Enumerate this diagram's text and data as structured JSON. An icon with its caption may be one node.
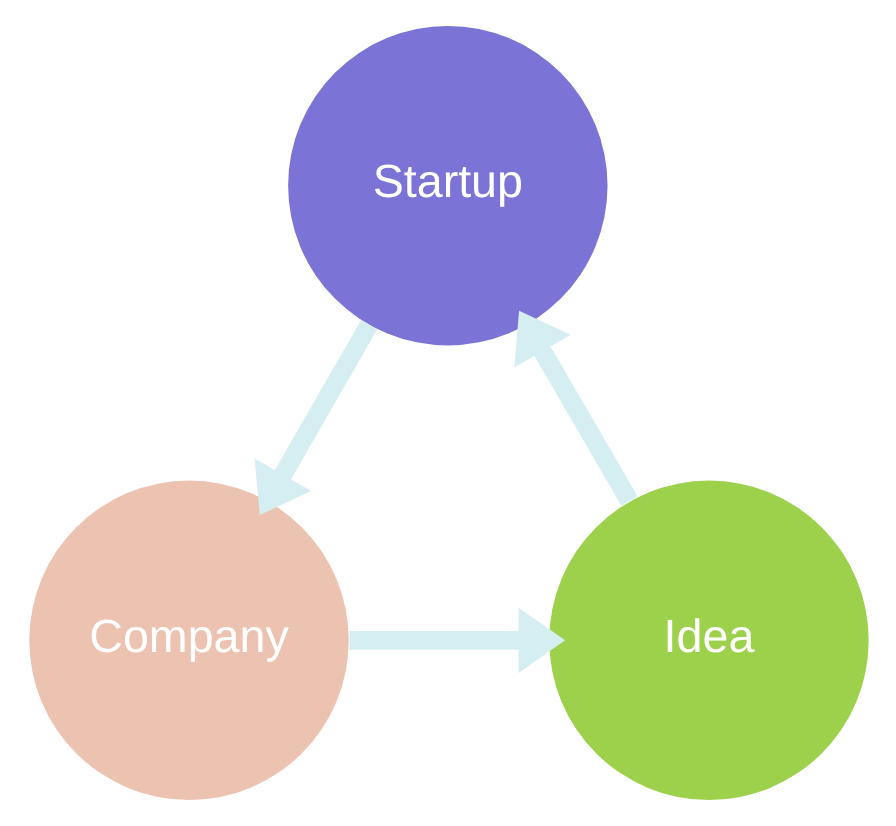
{
  "diagram": {
    "nodes": [
      {
        "text": [
          "Startup"
        ]
      },
      {
        "text": [
          "Idea"
        ]
      },
      {
        "text": [
          "Company"
        ]
      }
    ],
    "edges": [
      {
        "from": 1,
        "to": 0,
        "arrow": "to"
      },
      {
        "from": 0,
        "to": 2,
        "arrow": "to"
      },
      {
        "from": 2,
        "to": 1,
        "arrow": "to"
      }
    ]
  }
}
